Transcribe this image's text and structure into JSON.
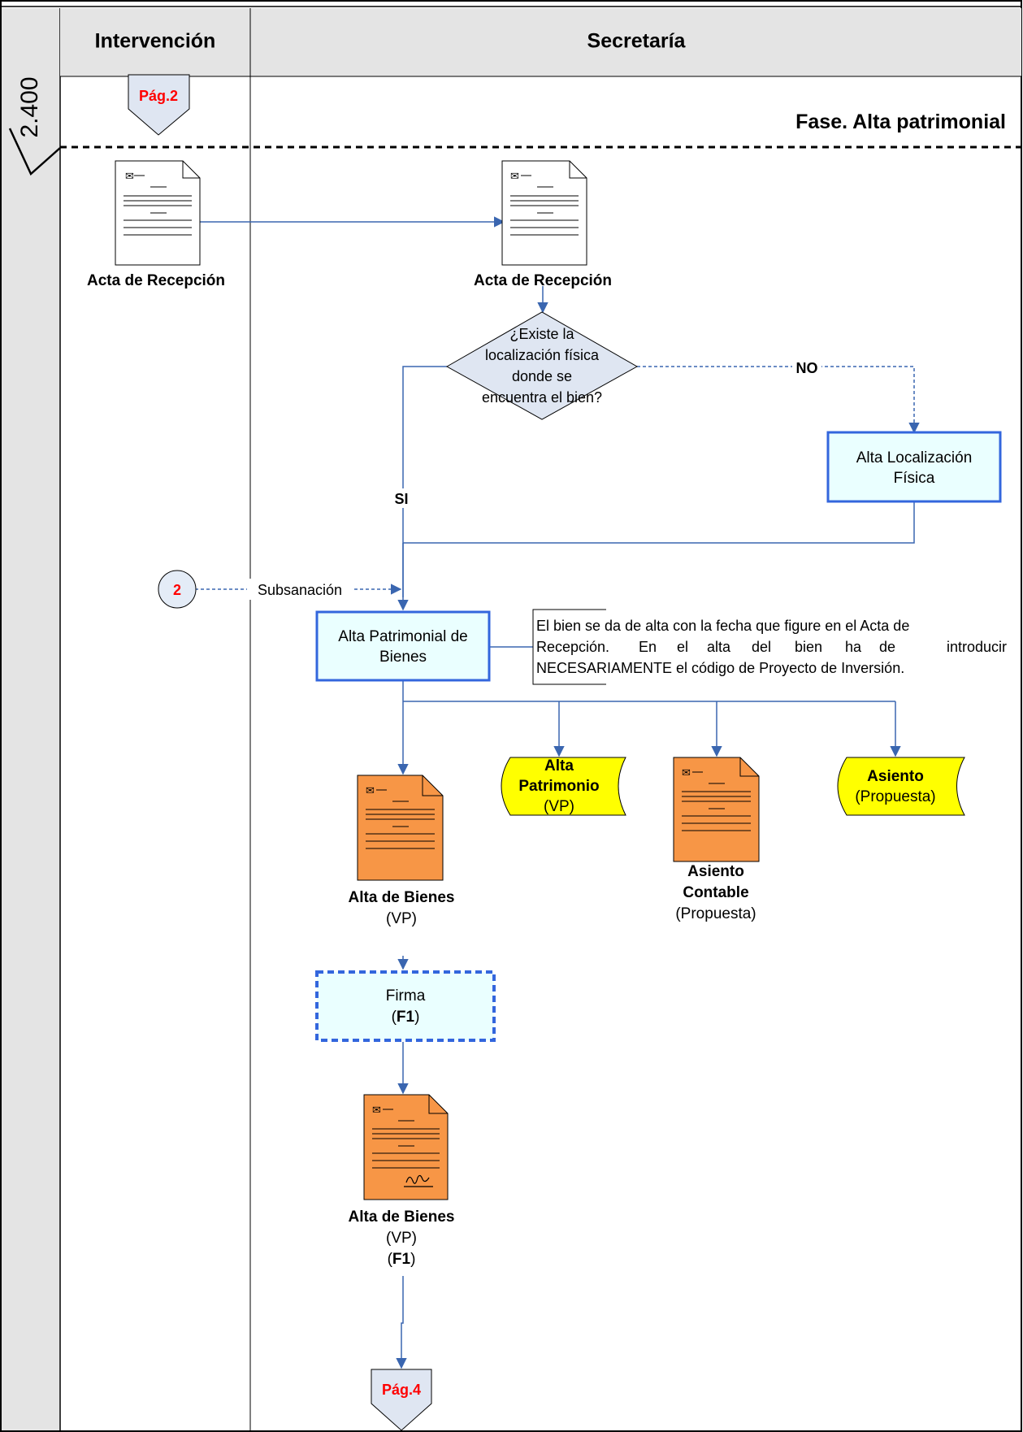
{
  "lanes": {
    "section_code": "2.400",
    "intervencion": "Intervención",
    "secretaria": "Secretaría"
  },
  "phase": "Fase. Alta patrimonial",
  "page_refs": {
    "top": "Pág.2",
    "bottom": "Pág.4"
  },
  "docs": {
    "acta_intervencion": "Acta de Recepción",
    "acta_secretaria": "Acta de Recepción",
    "alta_bienes_title": "Alta de Bienes",
    "alta_bienes_sub": "(VP)",
    "asiento_contable_l1": "Asiento",
    "asiento_contable_l2": "Contable",
    "asiento_contable_sub": "(Propuesta)",
    "alta_bienes_f1_title": "Alta de Bienes",
    "alta_bienes_f1_sub": "(VP)",
    "alta_bienes_f1_open": "(",
    "alta_bienes_f1_code": "F1",
    "alta_bienes_f1_close": ")"
  },
  "decision": {
    "line1": "¿Existe la",
    "line2": "localización física",
    "line3": "donde se",
    "line4": "encuentra el bien?",
    "yes": "SI",
    "no": "NO"
  },
  "process": {
    "alta_localizacion_l1": "Alta Localización",
    "alta_localizacion_l2": "Física",
    "alta_patrimonial_l1": "Alta Patrimonial de",
    "alta_patrimonial_l2": "Bienes",
    "firma_l1": "Firma",
    "firma_open": "(",
    "firma_code": "F1",
    "firma_close": ")"
  },
  "connector": {
    "number": "2",
    "label": "Subsanación"
  },
  "note": {
    "line1": "El bien se da de alta con la fecha que figure en el Acta de",
    "line2_w1": "Recepción.",
    "line2_w2": "En",
    "line2_w3": "el",
    "line2_w4": "alta",
    "line2_w5": "del",
    "line2_w6": "bien",
    "line2_w7": "ha",
    "line2_w8": "de",
    "line2_w9": "introducir",
    "line3": "NECESARIAMENTE el código de Proyecto de Inversión."
  },
  "stored": {
    "alta_patrimonio_l1": "Alta",
    "alta_patrimonio_l2": "Patrimonio",
    "alta_patrimonio_sub": "(VP)",
    "asiento_l1": "Asiento",
    "asiento_sub": "(Propuesta)"
  },
  "colors": {
    "process_fill": "#eaffff",
    "process_stroke": "#3366dd",
    "document_orange": "#f79646",
    "stored_yellow": "#ffff00",
    "decision_fill": "#dfe6f2",
    "connector_fill": "#e4ecf7",
    "arrow": "#3a66b0",
    "page_ref_text": "#ff0000",
    "lane_header_bg": "#e4e4e4"
  }
}
